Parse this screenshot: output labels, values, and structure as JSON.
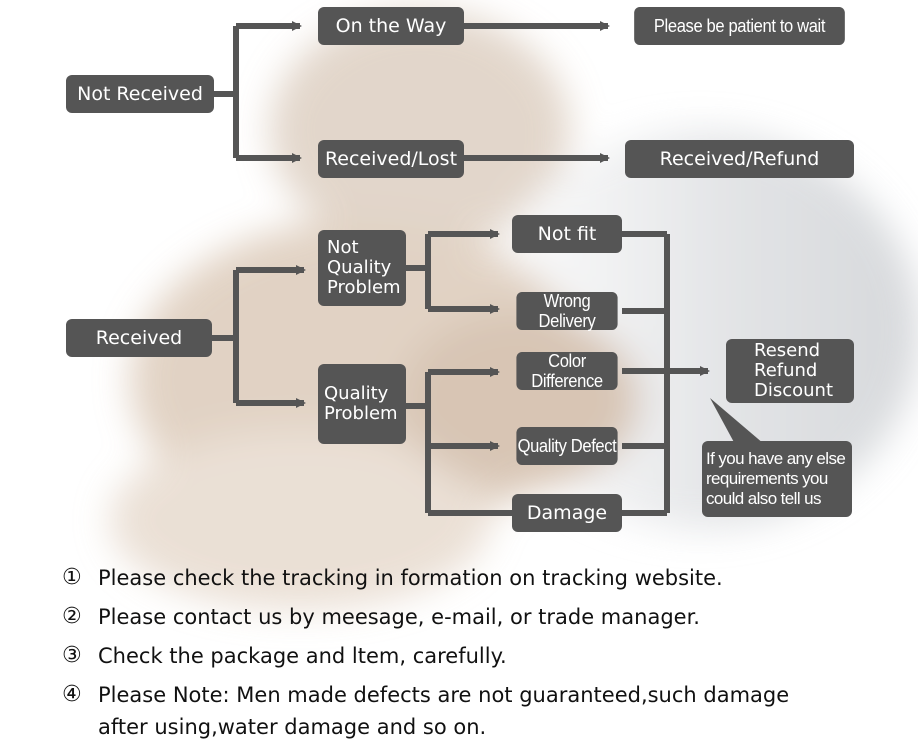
{
  "flowchart": {
    "nodes": {
      "not_received": "Not Received",
      "on_the_way": "On the Way",
      "please_wait": "Please be patient to wait",
      "received_lost": "Received/Lost",
      "received_refund": "Received/Refund",
      "received": "Received",
      "not_quality_problem": "Not\nQuality\nProblem",
      "quality_problem": "Quality\nProblem",
      "not_fit": "Not fit",
      "wrong_delivery": "Wrong Delivery",
      "color_difference": "Color Difference",
      "quality_defect": "Quality Defect",
      "damage": "Damage",
      "resend_refund_discount": "Resend\nRefund\nDiscount",
      "else_requirements": "If you have any else\nrequirements you\ncould also tell us"
    },
    "colors": {
      "node_fill": "#555555",
      "node_text": "#ffffff",
      "arrow": "#555555"
    }
  },
  "notes": [
    {
      "num": "①",
      "text": "Please check the tracking in formation on tracking website."
    },
    {
      "num": "②",
      "text": "Please contact us by meesage, e-mail, or trade manager."
    },
    {
      "num": "③",
      "text": "Check the package and ltem, carefully."
    },
    {
      "num": "④",
      "text": "Please Note: Men made defects  are not guaranteed,such damage\nafter using,water damage and so on."
    }
  ],
  "background": {
    "image": "faded handshake photo"
  }
}
